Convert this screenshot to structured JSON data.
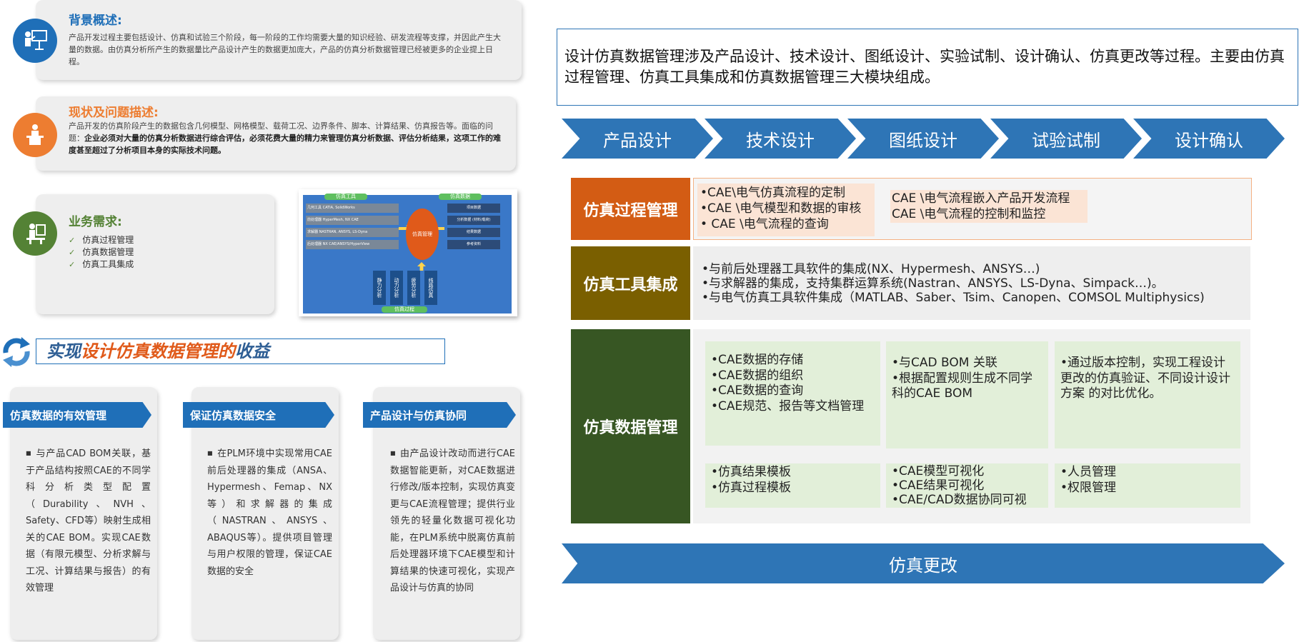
{
  "background": {
    "title": "背景概述:",
    "text": "产品开发过程主要包括设计、仿真和试验三个阶段，每一阶段的工作均需要大量的知识经验、研发流程等支撑，并因此产生大量的数据。由仿真分析所产生的数据量比产品设计产生的数据更加庞大，产品的仿真分析数据管理已经被更多的企业提上日程。"
  },
  "problem": {
    "title": "现状及问题描述:",
    "text_plain": "产品开发的仿真阶段产生的数据包含几何模型、网格模型、载荷工况、边界条件、脚本、计算结果、仿真报告等。面临的问题：",
    "text_bold": "企业必须对大量的仿真分析数据进行综合评估，必须花费大量的精力来管理仿真分析数据、评估分析结果，这项工作的难度甚至超过了分析项目本身的实际技术问题。"
  },
  "requirements": {
    "title": "业务需求:",
    "items": [
      "仿真过程管理",
      "仿真数据管理",
      "仿真工具集成"
    ]
  },
  "diagram": {
    "top_left_tab": "仿真工具",
    "top_right_tab": "仿真数据",
    "bottom_tab": "仿真过程",
    "left_items": [
      "几何工具 CATIA, SolidWorks",
      "前处理器 HyperMesh, NX CAE",
      "求解器 NASTRAN, ANSYS, LS-Dyna",
      "后处理器 NX CAE/ANSYS/HyperView"
    ],
    "right_items": [
      "项目数据",
      "分析数据 (材料/载荷)",
      "结果数据",
      "参考资料"
    ],
    "center": "仿真管理",
    "bottom_items": [
      "静力分析",
      "动力分析",
      "疲劳分析",
      "线路仿真"
    ]
  },
  "benefit_heading": {
    "part1": "实现",
    "part2": "设计仿真数据管理的",
    "part3": "收益"
  },
  "benefits": [
    {
      "title": "仿真数据的有效管理",
      "text": "与产品CAD BOM关联，基于产品结构按照CAE的不同学科分析类型配置（Durability、NVH、Safety、CFD等）映射生成相关的CAE BOM。实现CAE数据（有限元模型、分析求解与工况、计算结果与报告）的有效管理"
    },
    {
      "title": "保证仿真数据安全",
      "text": "在PLM环境中实现常用CAE前后处理器的集成（ANSA、Hypermesh、Femap、NX等）和求解器的集成（NASTRAN、ANSYS、ABAQUS等）。提供项目管理与用户权限的管理，保证CAE数据的安全"
    },
    {
      "title": "产品设计与仿真协同",
      "text": "由产品设计改动而进行CAE数据智能更新，对CAE数据进行修改/版本控制，实现仿真变更与CAE流程管理；提供行业领先的轻量化数据可视化功能，在PLM系统中脱离仿真前后处理器环境下CAE模型和计算结果的快速可视化，实现产品设计与仿真的协同"
    }
  ],
  "summary": "设计仿真数据管理涉及产品设计、技术设计、图纸设计、实验试制、设计确认、仿真更改等过程。主要由仿真过程管理、仿真工具集成和仿真数据管理三大模块组成。",
  "process_steps": [
    "产品设计",
    "技术设计",
    "图纸设计",
    "试验试制",
    "设计确认"
  ],
  "process_mgmt": {
    "label": "仿真过程管理",
    "box1": [
      "•CAE\\电气仿真流程的定制",
      "•CAE \\电气模型和数据的审核",
      "• CAE \\电气流程的查询"
    ],
    "box2": "CAE \\电气流程嵌入产品开发流程 CAE \\电气流程的控制和监控"
  },
  "tool_integration": {
    "label": "仿真工具集成",
    "lines": [
      "•与前后处理器工具软件的集成(NX、Hypermesh、ANSYS…)",
      "•与求解器的集成，支持集群运算系统(Nastran、ANSYS、LS-Dyna、Simpack…)。",
      "•与电气仿真工具软件集成（MATLAB、Saber、Tsim、Canopen、COMSOL Multiphysics)"
    ]
  },
  "data_mgmt": {
    "label": "仿真数据管理",
    "boxes": [
      [
        "•CAE数据的存储",
        "•CAE数据的组织",
        "•CAE数据的查询",
        "•CAE规范、报告等文档管理"
      ],
      [
        "•与CAD BOM 关联",
        "•根据配置规则生成不同学科的CAE BOM"
      ],
      [
        "•通过版本控制，实现工程设计更改的仿真验证、不同设计设计方案 的对比优化。"
      ],
      [
        "•仿真结果模板",
        "•仿真过程模板"
      ],
      [
        "•CAE模型可视化",
        "•CAE结果可视化",
        "•CAE/CAD数据协同可视"
      ],
      [
        "•人员管理",
        "•权限管理"
      ]
    ]
  },
  "bottom_arrow": "仿真更改",
  "colors": {
    "blue": "#1f6fb8",
    "orange": "#d35c14",
    "olive": "#7a5f00",
    "green": "#375623",
    "light_green": "#e2efd9",
    "peach": "#fbe4d5"
  }
}
